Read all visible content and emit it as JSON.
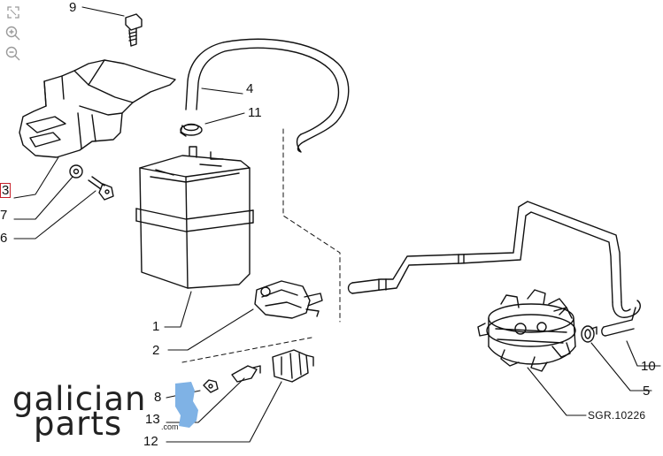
{
  "toolbar": {
    "fullscreen_icon": "fullscreen-icon",
    "zoom_in_icon": "zoom-in-icon",
    "zoom_out_icon": "zoom-out-icon"
  },
  "callouts": {
    "p1": "1",
    "p2": "2",
    "p3": "3",
    "p4": "4",
    "p5": "5",
    "p6": "6",
    "p7": "7",
    "p8": "8",
    "p9": "9",
    "p10": "10",
    "p11": "11",
    "p12": "12",
    "p13": "13"
  },
  "reference_code": "SGR.10226",
  "brand": {
    "line1": "galician",
    "line2": "parts",
    "domain": ".com",
    "accent_color": "#7fb2e5"
  },
  "colors": {
    "ink": "#111111",
    "highlight": "#c8202a"
  }
}
